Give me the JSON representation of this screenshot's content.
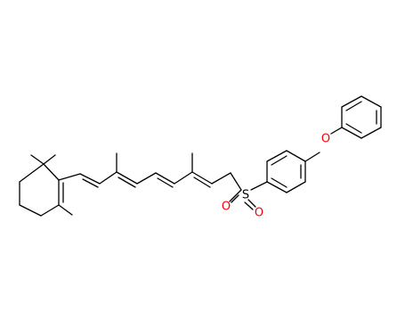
{
  "molecule": {
    "atoms": {
      "sulfur": {
        "symbol": "S",
        "color": "#000000"
      },
      "sulfonyl_oxygen_1": {
        "symbol": "O",
        "color": "#ff0000"
      },
      "sulfonyl_oxygen_2": {
        "symbol": "O",
        "color": "#ff0000"
      },
      "ether_oxygen": {
        "symbol": "O",
        "color": "#ff0000"
      }
    },
    "bond_color": "#000000"
  }
}
